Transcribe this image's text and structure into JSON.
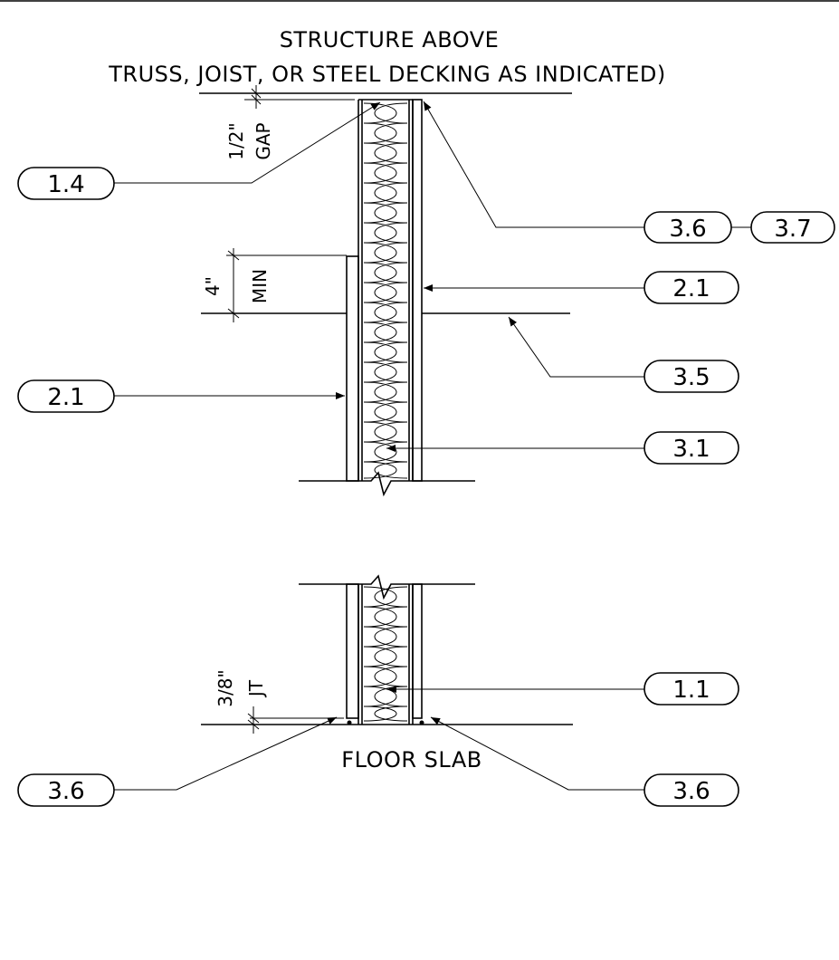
{
  "titles": {
    "structure_above": "STRUCTURE ABOVE",
    "structure_note": "TRUSS, JOIST, OR STEEL DECKING AS INDICATED)",
    "floor_slab": "FLOOR SLAB"
  },
  "dimensions": {
    "gap_value": "1/2\"",
    "gap_label": "GAP",
    "min_value": "4\"",
    "min_label": "MIN",
    "jt_value": "3/8\"",
    "jt_label": "JT"
  },
  "callouts": {
    "top_left": "1.4",
    "top_right_a": "3.6",
    "top_right_b": "3.7",
    "right_upper": "2.1",
    "left_mid": "2.1",
    "right_35": "3.5",
    "right_31": "3.1",
    "right_11": "1.1",
    "bottom_left": "3.6",
    "bottom_right": "3.6"
  }
}
